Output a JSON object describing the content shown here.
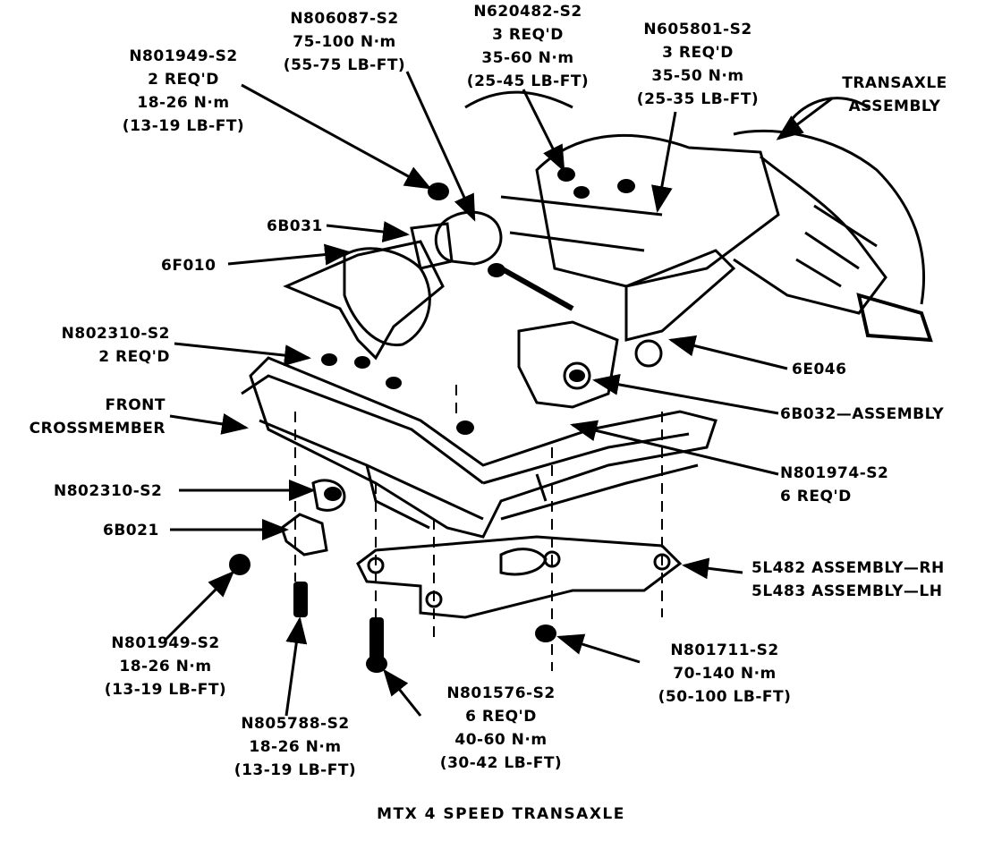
{
  "title": "MTX 4 SPEED TRANSAXLE",
  "callouts": {
    "n806087": {
      "part": "N806087-S2",
      "torque_nm": "75-100 N·m",
      "torque_lbft": "(55-75 LB-FT)"
    },
    "n620482": {
      "part": "N620482-S2",
      "qty": "3 REQ'D",
      "torque_nm": "35-60 N·m",
      "torque_lbft": "(25-45 LB-FT)"
    },
    "n605801": {
      "part": "N605801-S2",
      "qty": "3 REQ'D",
      "torque_nm": "35-50 N·m",
      "torque_lbft": "(25-35 LB-FT)"
    },
    "n801949_top": {
      "part": "N801949-S2",
      "qty": "2 REQ'D",
      "torque_nm": "18-26 N·m",
      "torque_lbft": "(13-19 LB-FT)"
    },
    "transaxle": {
      "line1": "TRANSAXLE",
      "line2": "ASSEMBLY"
    },
    "p6b031": {
      "part": "6B031"
    },
    "p6f010": {
      "part": "6F010"
    },
    "n802310_top": {
      "part": "N802310-S2",
      "qty": "2 REQ'D"
    },
    "front_crossmember": {
      "line1": "FRONT",
      "line2": "CROSSMEMBER"
    },
    "p6e046": {
      "part": "6E046"
    },
    "p6b032": {
      "part": "6B032—ASSEMBLY"
    },
    "n801974": {
      "part": "N801974-S2",
      "qty": "6 REQ'D"
    },
    "n802310_low": {
      "part": "N802310-S2"
    },
    "p6b021": {
      "part": "6B021"
    },
    "p5l482": {
      "line1": "5L482 ASSEMBLY—RH",
      "line2": "5L483 ASSEMBLY—LH"
    },
    "n801949_low": {
      "part": "N801949-S2",
      "torque_nm": "18-26 N·m",
      "torque_lbft": "(13-19 LB-FT)"
    },
    "n801711": {
      "part": "N801711-S2",
      "torque_nm": "70-140 N·m",
      "torque_lbft": "(50-100 LB-FT)"
    },
    "n801576": {
      "part": "N801576-S2",
      "qty": "6 REQ'D",
      "torque_nm": "40-60 N·m",
      "torque_lbft": "(30-42 LB-FT)"
    },
    "n805788": {
      "part": "N805788-S2",
      "torque_nm": "18-26 N·m",
      "torque_lbft": "(13-19 LB-FT)"
    }
  }
}
